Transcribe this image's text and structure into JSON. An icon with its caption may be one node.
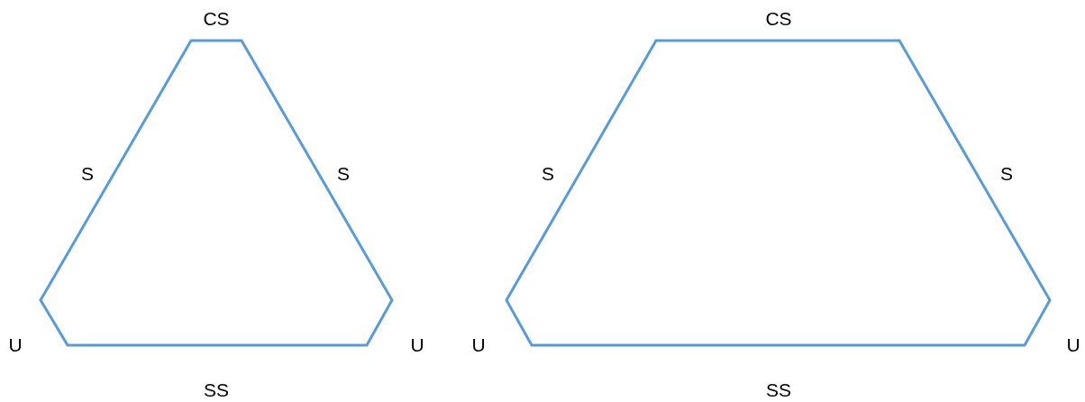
{
  "diagram": {
    "labels": [
      "CS",
      "CS",
      "S",
      "S",
      "S",
      "S",
      "U",
      "U",
      "U",
      "U",
      "SS",
      "SS"
    ]
  }
}
